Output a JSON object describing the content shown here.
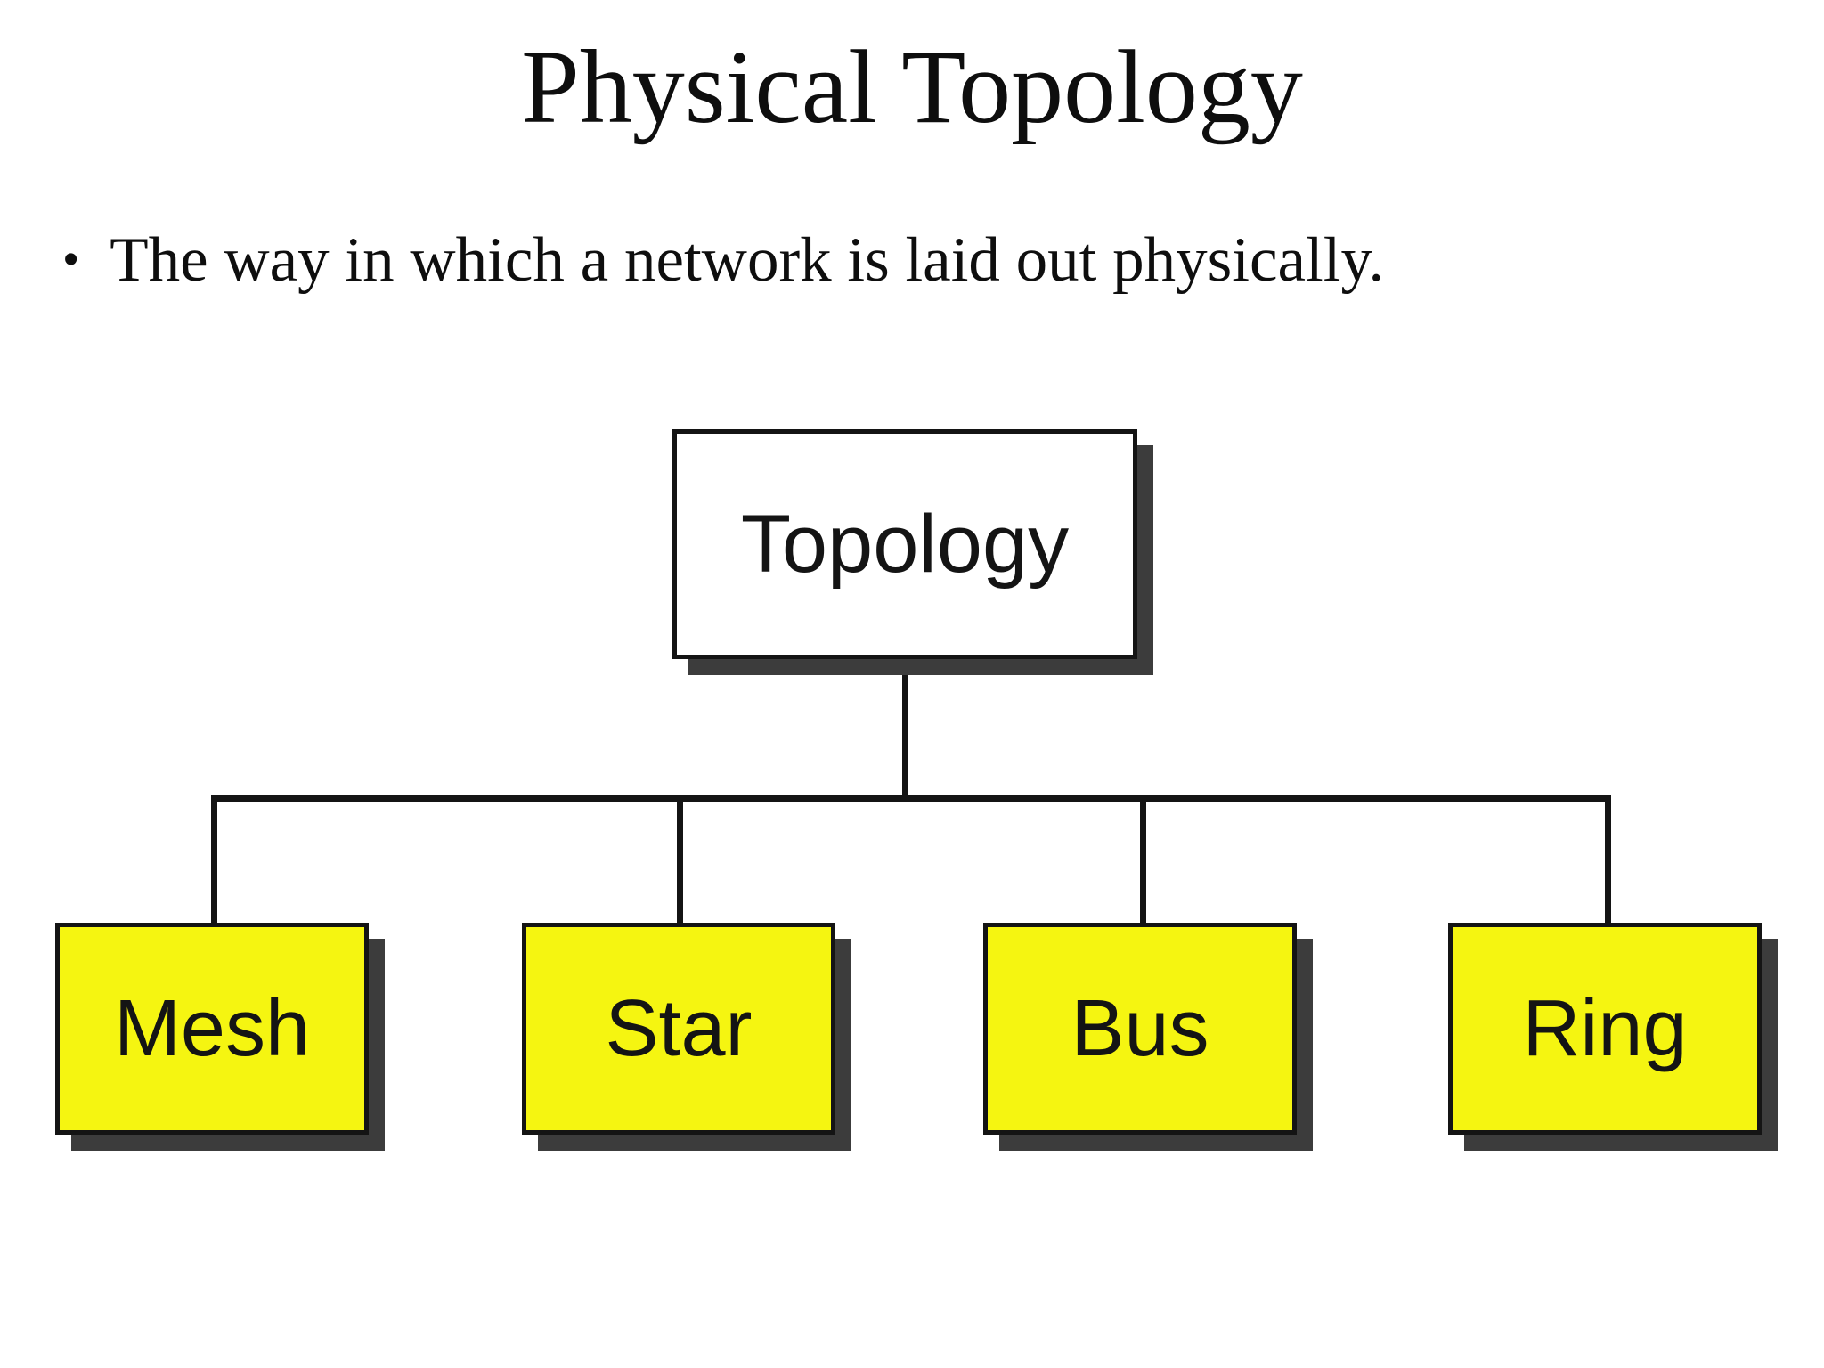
{
  "slide": {
    "title": "Physical Topology",
    "bullet_marker": "•",
    "bullet_text": "The way in which a network is laid out physically."
  },
  "diagram": {
    "type": "tree",
    "root": {
      "label": "Topology"
    },
    "children": [
      {
        "label": "Mesh"
      },
      {
        "label": "Star"
      },
      {
        "label": "Bus"
      },
      {
        "label": "Ring"
      }
    ],
    "colors": {
      "root_box_fill": "#ffffff",
      "child_box_fill": "#f5f511",
      "box_border": "#141414",
      "drop_shadow": "#3c3c3c",
      "connector_line": "#141414",
      "text": "#0e0e0e"
    }
  }
}
